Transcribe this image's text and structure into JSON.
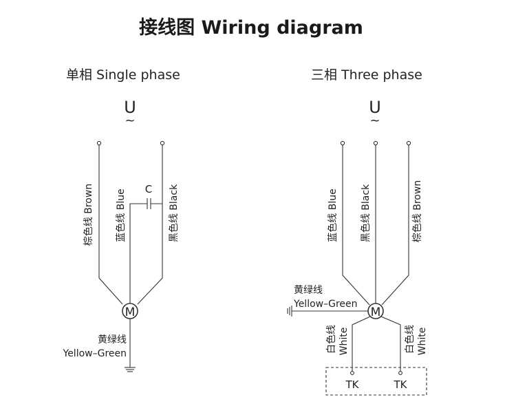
{
  "title": "接线图 Wiring diagram",
  "single_phase": {
    "title": "单相 Single phase",
    "voltage_symbol": "U",
    "ac_symbol": "~",
    "wire_brown": "棕色线 Brown",
    "wire_blue": "蓝色线 Blue",
    "wire_black": "黑色线 Black",
    "capacitor_label": "C",
    "motor_label": "M",
    "ground_cn": "黄绿线",
    "ground_en": "Yellow–Green"
  },
  "three_phase": {
    "title": "三相 Three phase",
    "voltage_symbol": "U",
    "ac_symbol": "~",
    "wire_blue": "蓝色线 Blue",
    "wire_black": "黑色线 Black",
    "wire_brown": "棕色线 Brown",
    "motor_label": "M",
    "ground_cn": "黄绿线",
    "ground_en": "Yellow–Green",
    "white_left_cn": "白色线",
    "white_left_en": "White",
    "white_right_cn": "白色线",
    "white_right_en": "White",
    "tk_left": "TK",
    "tk_right": "TK"
  }
}
